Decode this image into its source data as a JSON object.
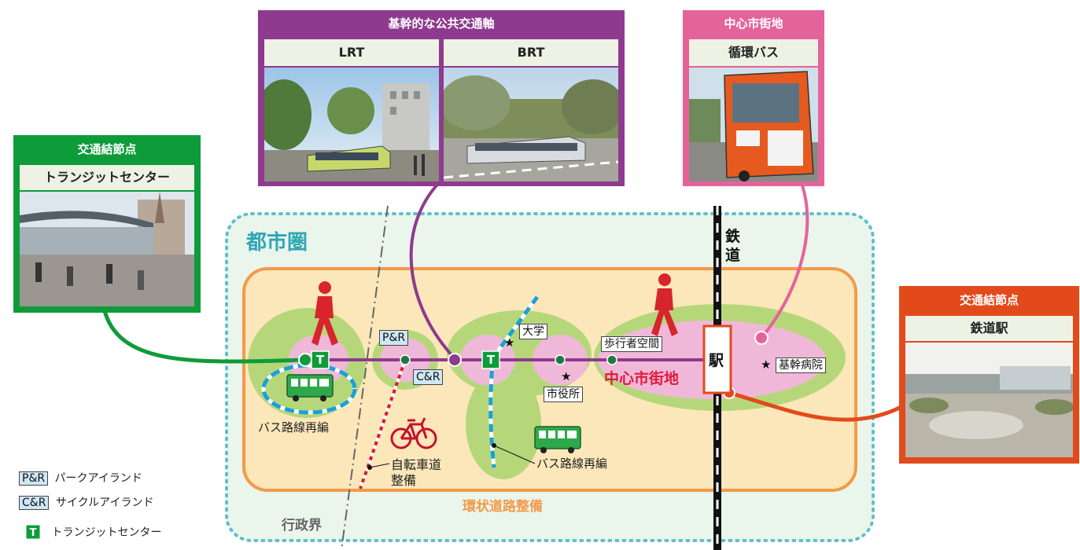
{
  "cards": {
    "axis": {
      "header": "基幹的な公共交通軸",
      "left_sub": "LRT",
      "right_sub": "BRT"
    },
    "center": {
      "header": "中心市街地",
      "sub": "循環バス"
    },
    "transit": {
      "header": "交通結節点",
      "sub": "トランジットセンター"
    },
    "station": {
      "header": "交通結節点",
      "sub": "鉄道駅"
    }
  },
  "labels": {
    "metro": "都市圏",
    "railway_1": "鉄",
    "railway_2": "道",
    "pr": "P&R",
    "cr": "C&R",
    "university": "大学",
    "city_hall": "市役所",
    "pedestrian": "歩行者空間",
    "downtown": "中心市街地",
    "station": "駅",
    "hospital": "基幹病院",
    "bus_reorg_left": "バス路線再編",
    "bus_reorg_mid": "バス路線再編",
    "bike_1": "自転車道",
    "bike_2": "整備",
    "ring_road": "環状道路整備",
    "boundary": "行政界",
    "t_mark": "T",
    "star": "★"
  },
  "legend": [
    {
      "tag": "P&R",
      "text": "パークアイランド"
    },
    {
      "tag": "C&R",
      "text": "サイクルアイランド"
    },
    {
      "tag": "T",
      "text": "トランジットセンター"
    }
  ],
  "colors": {
    "purple": "#8e3a8e",
    "pink_card": "#e4639a",
    "green_card": "#0e9b3a",
    "red_card": "#e24a1c",
    "metro_border": "#5fc1c9",
    "ring_road": "#f29a4a",
    "core_fill": "#f0b8d8",
    "green_zone": "#b5d77a",
    "downtown_text": "#e01a3c"
  }
}
